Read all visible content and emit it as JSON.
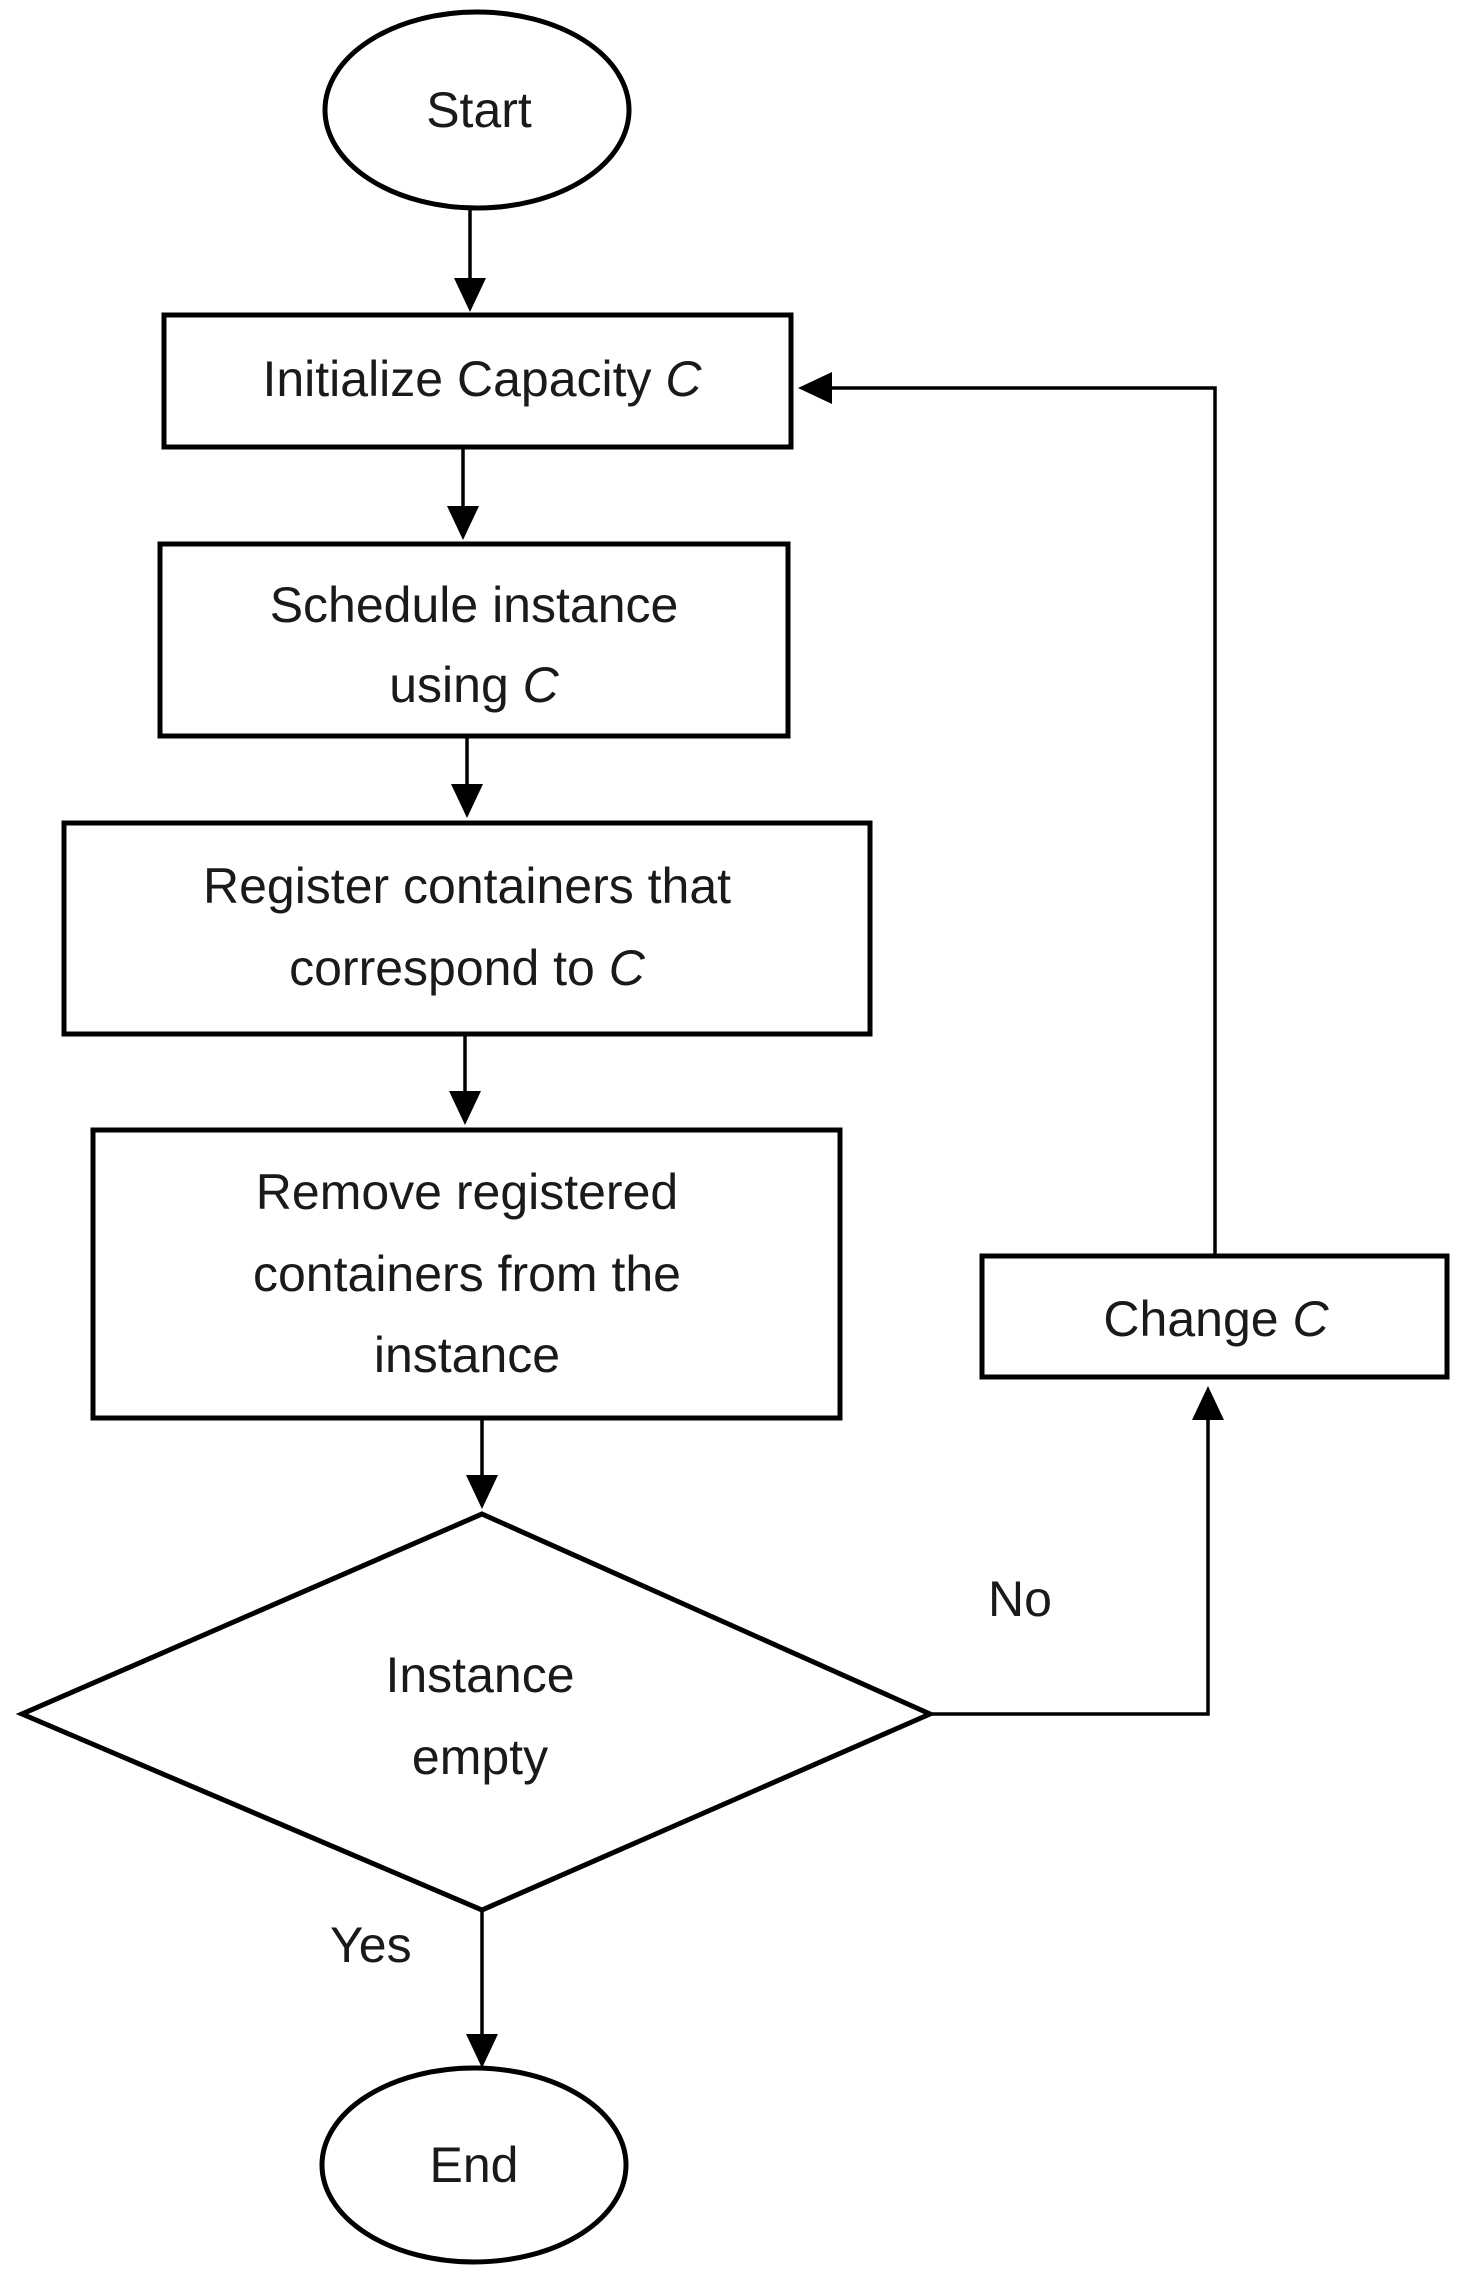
{
  "flowchart": {
    "start": {
      "text": "Start"
    },
    "init": {
      "text": "Initialize Capacity ",
      "var": "C"
    },
    "schedule": {
      "line1": "Schedule instance",
      "line2": "using ",
      "var": "C"
    },
    "register": {
      "line1": "Register containers that",
      "line2": "correspond to ",
      "var": "C"
    },
    "remove": {
      "line1": "Remove registered",
      "line2": "containers from the",
      "line3": "instance"
    },
    "decision": {
      "line1": "Instance",
      "line2": "empty"
    },
    "change": {
      "text": "Change ",
      "var": "C"
    },
    "end": {
      "text": "End"
    },
    "edge_labels": {
      "no": "No",
      "yes": "Yes"
    }
  }
}
